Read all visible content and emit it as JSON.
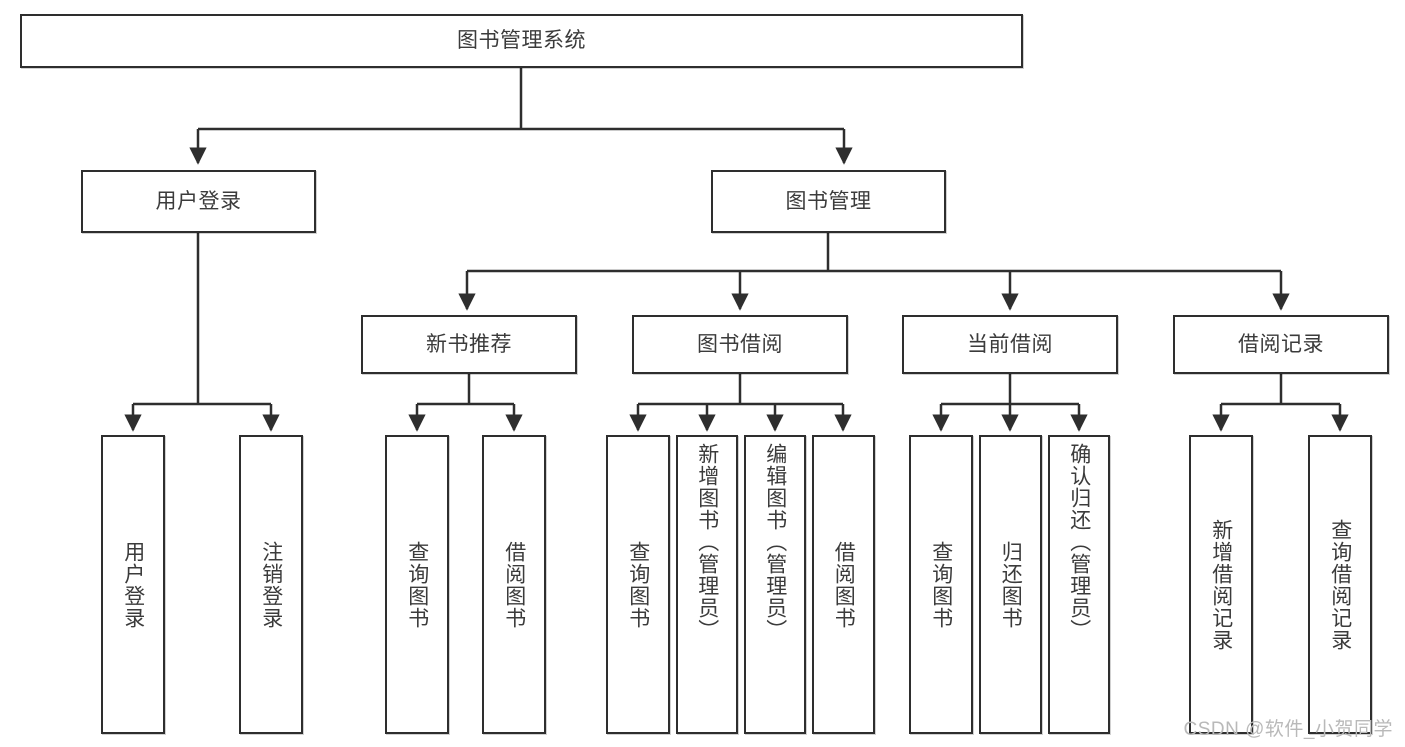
{
  "diagram": {
    "type": "tree-hierarchy-flowchart",
    "title": "图书管理系统",
    "watermark": "CSDN @软件_小贺同学",
    "colors": {
      "border": "#2e2e2e",
      "text": "#3b3b3b",
      "background": "#ffffff",
      "watermark": "#b9b9b9"
    },
    "root": {
      "label": "图书管理系统"
    },
    "level1": [
      {
        "label": "用户登录"
      },
      {
        "label": "图书管理"
      }
    ],
    "level2": [
      {
        "label": "新书推荐"
      },
      {
        "label": "图书借阅"
      },
      {
        "label": "当前借阅"
      },
      {
        "label": "借阅记录"
      }
    ],
    "leaves": {
      "user_login": [
        {
          "label": "用户登录"
        },
        {
          "label": "注销登录"
        }
      ],
      "new_book_recommend": [
        {
          "label": "查询图书"
        },
        {
          "label": "借阅图书"
        }
      ],
      "book_borrow": [
        {
          "label": "查询图书"
        },
        {
          "label": "新增图书（管理员）"
        },
        {
          "label": "编辑图书（管理员）"
        },
        {
          "label": "借阅图书"
        }
      ],
      "current_borrow": [
        {
          "label": "查询图书"
        },
        {
          "label": "归还图书"
        },
        {
          "label": "确认归还（管理员）"
        }
      ],
      "borrow_record": [
        {
          "label": "新增借阅记录"
        },
        {
          "label": "查询借阅记录"
        }
      ]
    }
  }
}
